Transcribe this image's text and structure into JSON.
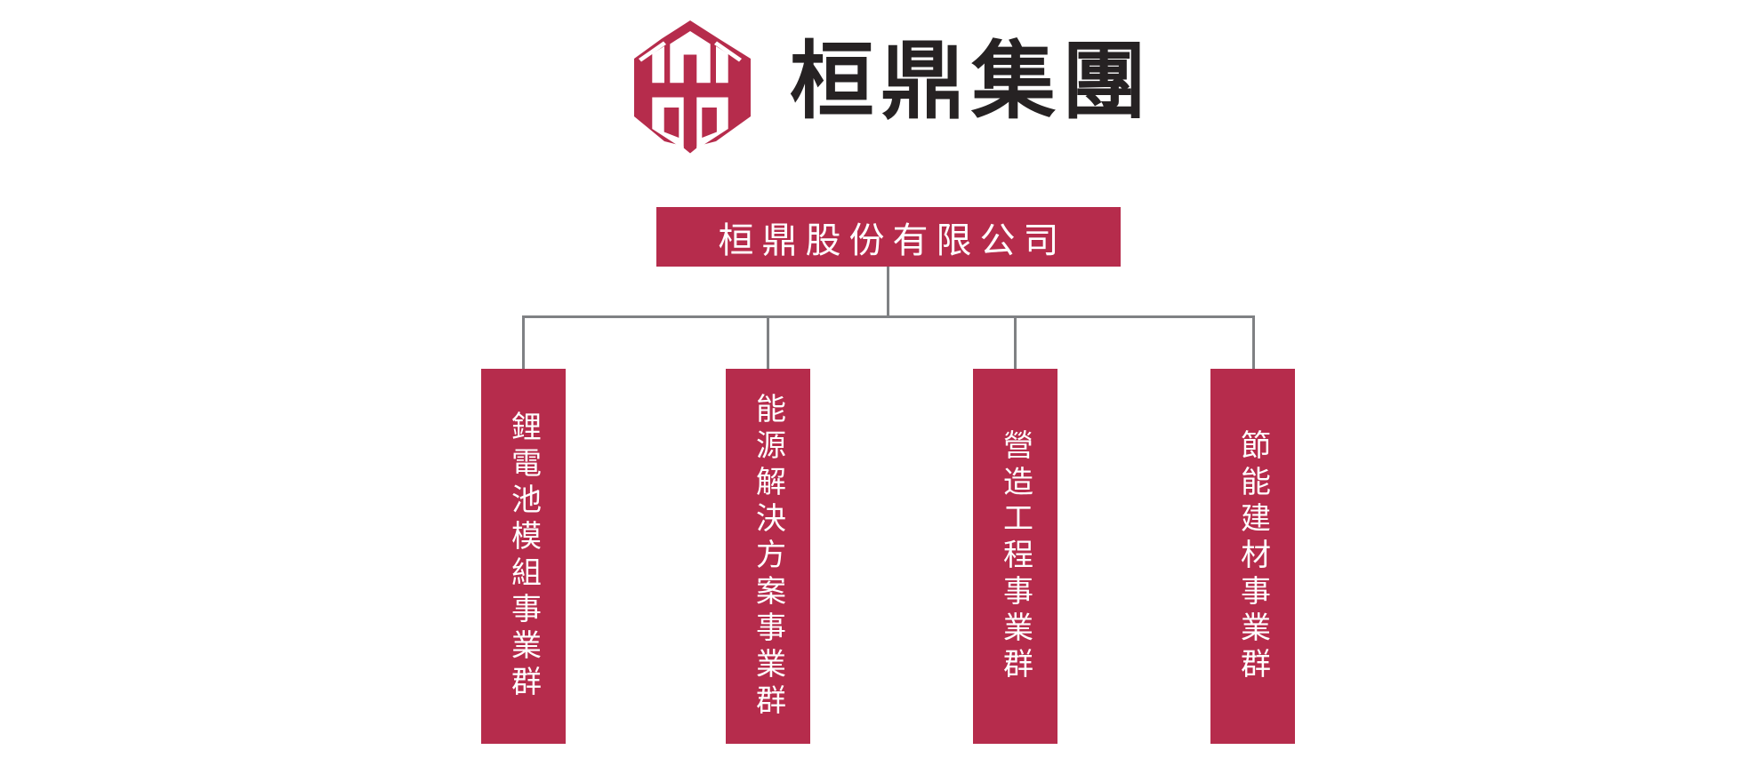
{
  "header": {
    "logo_icon": "hexagonal-shield-monogram",
    "company_title": "桓鼎集團"
  },
  "org_chart": {
    "root": {
      "label": "桓鼎股份有限公司"
    },
    "divisions": [
      {
        "label": "鋰電池模組事業群"
      },
      {
        "label": "能源解決方案事業群"
      },
      {
        "label": "營造工程事業群"
      },
      {
        "label": "節能建材事業群"
      }
    ]
  },
  "colors": {
    "brand_red": "#B62C4C",
    "title_black": "#262223",
    "connector_gray": "#7F8184",
    "background": "#FFFFFF",
    "box_text": "#FFFFFF"
  }
}
